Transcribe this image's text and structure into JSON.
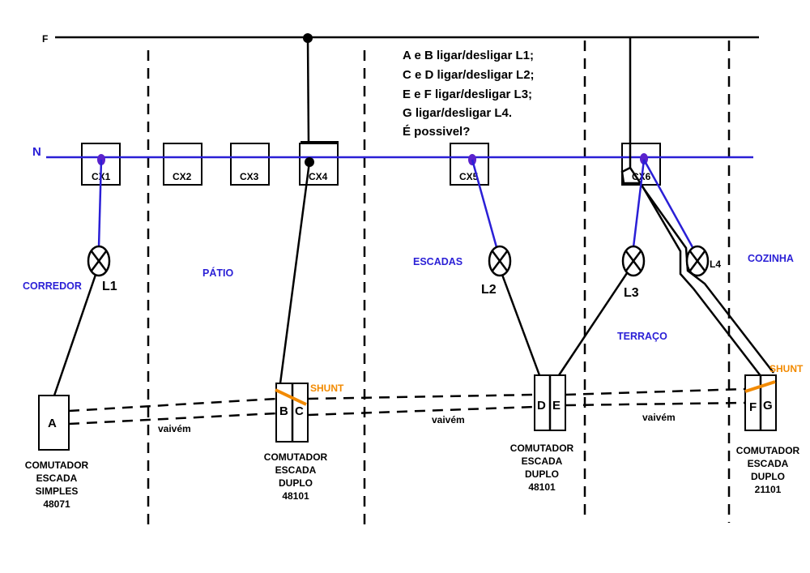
{
  "lines": {
    "phase": "F",
    "neutral": "N"
  },
  "question": [
    "A e B ligar/desligar L1;",
    "C e D ligar/desligar L2;",
    "E e F ligar/desligar L3;",
    "G ligar/desligar L4.",
    "É possivel?"
  ],
  "boxes": [
    "CX1",
    "CX2",
    "CX3",
    "CX4",
    "CX5",
    "CX6"
  ],
  "rooms": {
    "corredor": "CORREDOR",
    "patio": "PÁTIO",
    "escadas": "ESCADAS",
    "terraco": "TERRAÇO",
    "cozinha": "COZINHA"
  },
  "lamps": [
    "L1",
    "L2",
    "L3",
    "L4"
  ],
  "switches": {
    "a": {
      "keys": [
        "A"
      ],
      "caption": [
        "COMUTADOR",
        "ESCADA",
        "SIMPLES",
        "48071"
      ]
    },
    "bc": {
      "keys": [
        "B",
        "C"
      ],
      "caption": [
        "COMUTADOR",
        "ESCADA",
        "DUPLO",
        "48101"
      ]
    },
    "de": {
      "keys": [
        "D",
        "E"
      ],
      "caption": [
        "COMUTADOR",
        "ESCADA",
        "DUPLO",
        "48101"
      ]
    },
    "fg": {
      "keys": [
        "F",
        "G"
      ],
      "caption": [
        "COMUTADOR",
        "ESCADA",
        "DUPLO",
        "21101"
      ]
    }
  },
  "shunt": "SHUNT",
  "vaivem": "vaivém",
  "colors": {
    "neutral": "#2a1fd6",
    "phase": "#000000",
    "shunt": "#f28a00"
  }
}
